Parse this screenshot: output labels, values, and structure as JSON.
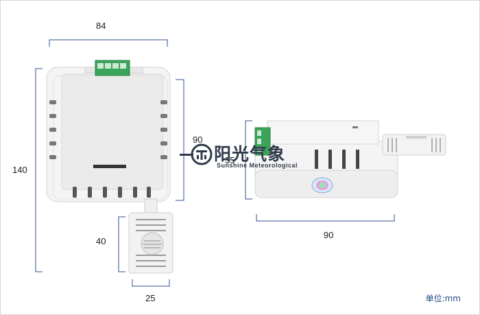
{
  "dimensions": {
    "front_width": "84",
    "front_height": "140",
    "body_height": "90",
    "probe_length": "40",
    "probe_width": "25",
    "side_depth": "35",
    "side_width": "90"
  },
  "logo": {
    "cn": "阳光气象",
    "en": "Sunshine Meteorological"
  },
  "unit_label": "单位:mm",
  "colors": {
    "dimension_line": "#2f4f8f",
    "terminal_green": "#3aa55a",
    "housing": "#f1f1f1"
  }
}
